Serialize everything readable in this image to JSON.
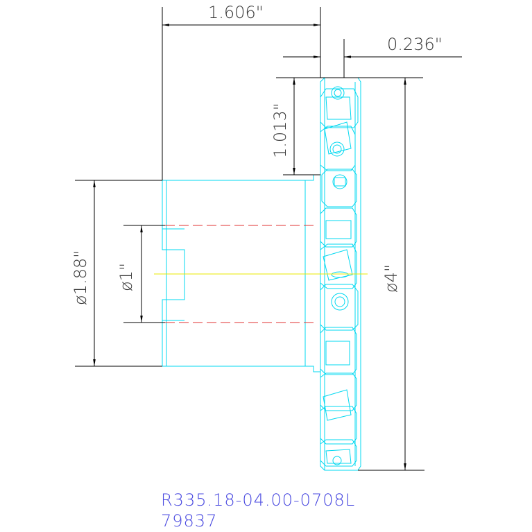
{
  "drawing": {
    "colors": {
      "dimension_lines": "#000000",
      "part_outline": "#00d8f0",
      "centerline": "#e8e800",
      "hidden_lines": "#e03030",
      "caption": "#4a4ae0"
    },
    "dimensions": {
      "overall_length": "1.606\"",
      "flange_width": "0.236\"",
      "upper_offset": "1.013\"",
      "hub_diameter": "ø1.88\"",
      "bore_diameter": "ø1\"",
      "cutter_diameter": "ø4\""
    },
    "caption": {
      "part_number": "R335.18-04.00-0708L",
      "code": "79837"
    }
  }
}
